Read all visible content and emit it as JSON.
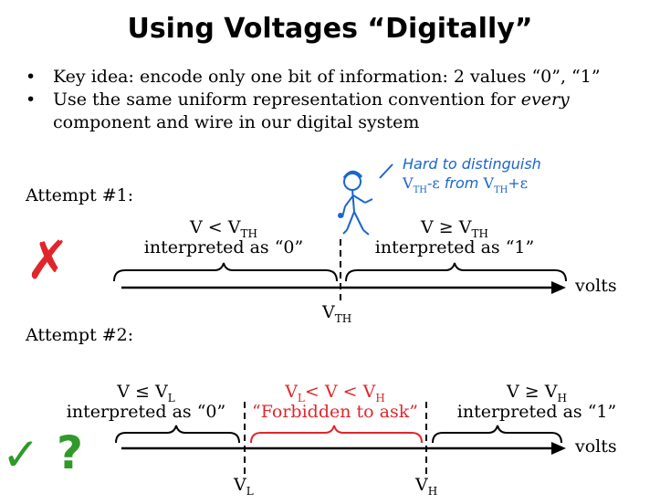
{
  "slide": {
    "title": "Using Voltages “Digitally”",
    "bullets": [
      {
        "pre": "Key idea: encode only one bit of information: 2 values “0”, “1”",
        "em": "",
        "post": ""
      },
      {
        "pre": "Use the same uniform representation convention for ",
        "em": "every",
        "post": " component and wire in our digital system"
      }
    ],
    "bullet_char": "•"
  },
  "attempt1": {
    "label": "Attempt #1:",
    "left_cond": {
      "v": "V",
      "op": "<",
      "vsym": "V",
      "sub": "TH"
    },
    "left_text": "interpreted as “0”",
    "right_cond": {
      "v": "V",
      "op": "≥",
      "vsym": "V",
      "sub": "TH"
    },
    "right_text": "interpreted as “1”",
    "axis_label": "volts",
    "threshold": {
      "v": "V",
      "sub": "TH"
    },
    "mark": "✗",
    "note": {
      "line1": "Hard to distinguish",
      "a": "V",
      "a_sub": "TH",
      "a_rest": "-ε",
      "from": "from",
      "b": "V",
      "b_sub": "TH",
      "b_rest": "+ε"
    }
  },
  "attempt2": {
    "label": "Attempt #2:",
    "left_cond": {
      "v": "V",
      "op": "≤",
      "vsym": "V",
      "sub": "L"
    },
    "left_text": "interpreted as “0”",
    "mid_cond": {
      "a": "V",
      "a_sub": "L",
      "op1": "<",
      "v": "V",
      "op2": "<",
      "b": "V",
      "b_sub": "H"
    },
    "mid_text": "“Forbidden to ask”",
    "right_cond": {
      "v": "V",
      "op": "≥",
      "vsym": "V",
      "sub": "H"
    },
    "right_text": "interpreted as “1”",
    "axis_label": "volts",
    "t_low": {
      "v": "V",
      "sub": "L"
    },
    "t_high": {
      "v": "V",
      "sub": "H"
    },
    "mark_check": "✓",
    "mark_q": "?"
  },
  "colors": {
    "red": "#e0262a",
    "green": "#2f9a2a",
    "blue": "#1a66cc"
  }
}
